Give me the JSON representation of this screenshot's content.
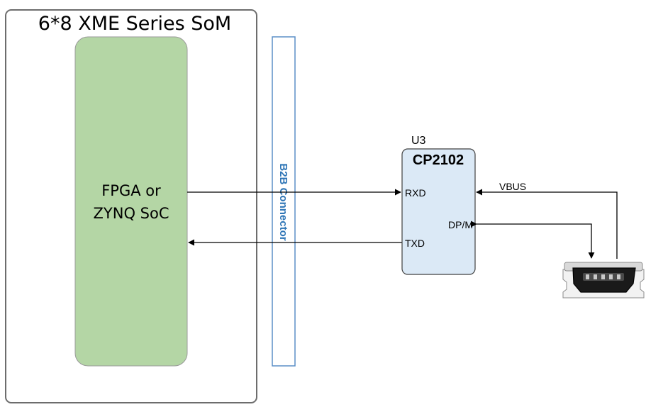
{
  "som": {
    "title": "6*8 XME Series SoM",
    "fpga_line1": "FPGA or",
    "fpga_line2": "ZYNQ SoC"
  },
  "connector": {
    "label": "B2B Connector"
  },
  "chip": {
    "ref": "U3",
    "name": "CP2102",
    "pins": {
      "rxd": "RXD",
      "txd": "TXD",
      "dpm": "DP/M"
    }
  },
  "signals": {
    "vbus": "VBUS"
  },
  "colors": {
    "som_border": "#6d6d6d",
    "fpga_fill": "#b4d6a5",
    "fpga_border": "#9a9a9a",
    "connector_border": "#5b8fc7",
    "chip_fill": "#dbe9f6",
    "chip_border": "#404040",
    "connector_label": "#2e75b6"
  },
  "icons": {
    "usb": "mini-usb-connector-icon"
  }
}
